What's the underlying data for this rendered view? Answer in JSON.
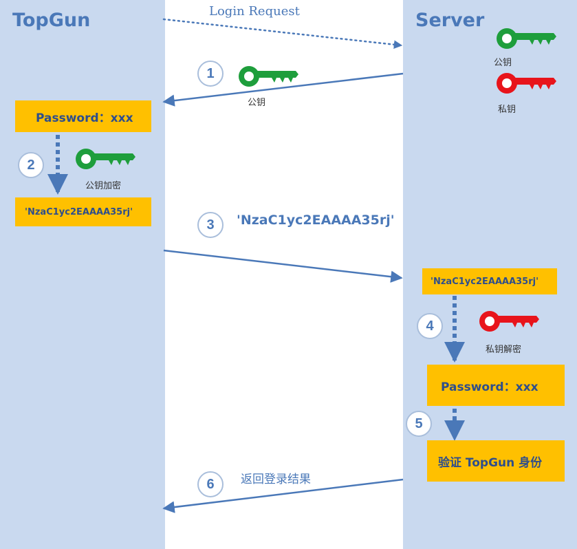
{
  "actors": {
    "client": "TopGun",
    "server": "Server"
  },
  "request_label": "Login Request",
  "server_keys": {
    "public": "公钥",
    "private": "私钥"
  },
  "steps": [
    "1",
    "2",
    "3",
    "4",
    "5",
    "6"
  ],
  "step1_key_label": "公钥",
  "client_password_box": "Password：xxx",
  "step2_key_label": "公钥加密",
  "encrypted_text": "'NzaC1yc2EAAAA35rj'",
  "step3_message": "'NzaC1yc2EAAAA35rj'",
  "server_encrypted_box": "'NzaC1yc2EAAAA35rj'",
  "step4_key_label": "私钥解密",
  "server_password_box": "Password：xxx",
  "verify_box": "验证 TopGun 身份",
  "step6_message": "返回登录结果",
  "colors": {
    "lane": "#c9d9ef",
    "box": "#ffc000",
    "public_key": "#1e9e3c",
    "private_key": "#e8141b",
    "arrow": "#4a78b8"
  },
  "icons": {
    "public_key": "green-key-icon",
    "private_key": "red-key-icon"
  }
}
